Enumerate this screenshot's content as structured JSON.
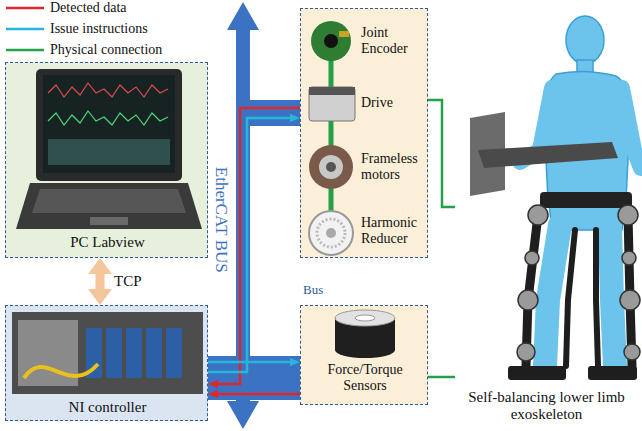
{
  "diagram": {
    "nodes": [
      {
        "text": [
          "PC Labview"
        ]
      },
      {
        "text": [
          "NI controller"
        ]
      },
      {
        "text": [
          "Joint Encoder",
          "Drive",
          "Frameless motors",
          "Harmonic Reducer"
        ]
      },
      {
        "text": [
          "Force/Torque Sensors"
        ]
      },
      {
        "text": [
          "Self-balancing lower limb exoskeleton"
        ]
      }
    ],
    "edges": [
      {
        "from": 0,
        "to": 1,
        "arrow": "both",
        "label": "TCP"
      },
      {
        "from": 2,
        "to": 1,
        "arrow": "to"
      },
      {
        "from": 1,
        "to": 2,
        "arrow": "to"
      },
      {
        "from": 3,
        "to": 1,
        "arrow": "to"
      },
      {
        "from": 1,
        "to": 3,
        "arrow": "to"
      },
      {
        "from": 2,
        "to": 4,
        "arrow": "none"
      },
      {
        "from": 3,
        "to": 4,
        "arrow": "none"
      }
    ],
    "labels": [
      "EtherCAT BUS",
      "Bus"
    ],
    "legend": [
      {
        "text": "Detected data"
      },
      {
        "text": "Issue instructions"
      },
      {
        "text": "Physical connection"
      }
    ]
  }
}
